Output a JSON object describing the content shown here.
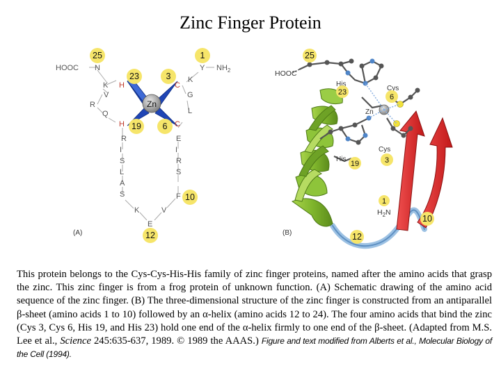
{
  "title": "Zinc Finger Protein",
  "panel_a": {
    "label": "(A)",
    "zn": "Zn",
    "hooc": "HOOC",
    "nh2": "NH",
    "nh2_sub": "2",
    "positions": {
      "p25": "25",
      "p1": "1",
      "p23": "23",
      "p3": "3",
      "p19": "19",
      "p6": "6",
      "p10": "10",
      "p12": "12"
    },
    "sequence": {
      "N": "N",
      "Y": "Y",
      "K1": "K",
      "V1": "V",
      "R1": "R",
      "Q": "Q",
      "H1": "H",
      "H2": "H",
      "C1": "C",
      "C2": "C",
      "G": "G",
      "L1": "L",
      "I": "I",
      "R2": "R",
      "S1": "S",
      "L2": "L",
      "A": "A",
      "S2": "S",
      "K2": "K",
      "E1": "E",
      "R3": "R",
      "S3": "S",
      "F": "F",
      "V2": "V",
      "E2": "E"
    }
  },
  "panel_b": {
    "label": "(B)",
    "hooc": "HOOC",
    "h2n": "H",
    "h2n_sub": "2",
    "h2n_n": "N",
    "zn": "Zn",
    "his23_label": "His",
    "his19_label": "His",
    "cys6_label": "Cys",
    "cys3_label": "Cys",
    "positions": {
      "p25": "25",
      "p23": "23",
      "p6": "6",
      "p19": "19",
      "p3": "3",
      "p1": "1",
      "p10": "10",
      "p12": "12"
    }
  },
  "caption": {
    "text1": "This protein belongs to the Cys-Cys-His-His family of zinc finger proteins, named after the amino acids that grasp the zinc. This zinc finger is from a frog protein of unknown function. (A) Schematic drawing of the amino acid sequence of the zinc finger. (B) The three-dimensional structure of the zinc finger is constructed from an antiparallel ",
    "beta1": "β",
    "text2": "-sheet (amino acids 1 to 10) followed by an ",
    "alpha1": "α",
    "text3": "-helix (amino acids 12 to 24). The four amino acids that bind the zinc (Cys 3, Cys 6, His 19, and His 23) hold one end of the ",
    "alpha2": "α",
    "text4": "-helix firmly to one end of the ",
    "beta2": "β",
    "text5": "-sheet. (Adapted from M.S. Lee et al., ",
    "journal": "Science",
    "text6": " 245:635-637, 1989. © 1989 the AAAS.) ",
    "credit": "Figure and text modified from Alberts et al., Molecular Biology of the Cell (1994)."
  }
}
